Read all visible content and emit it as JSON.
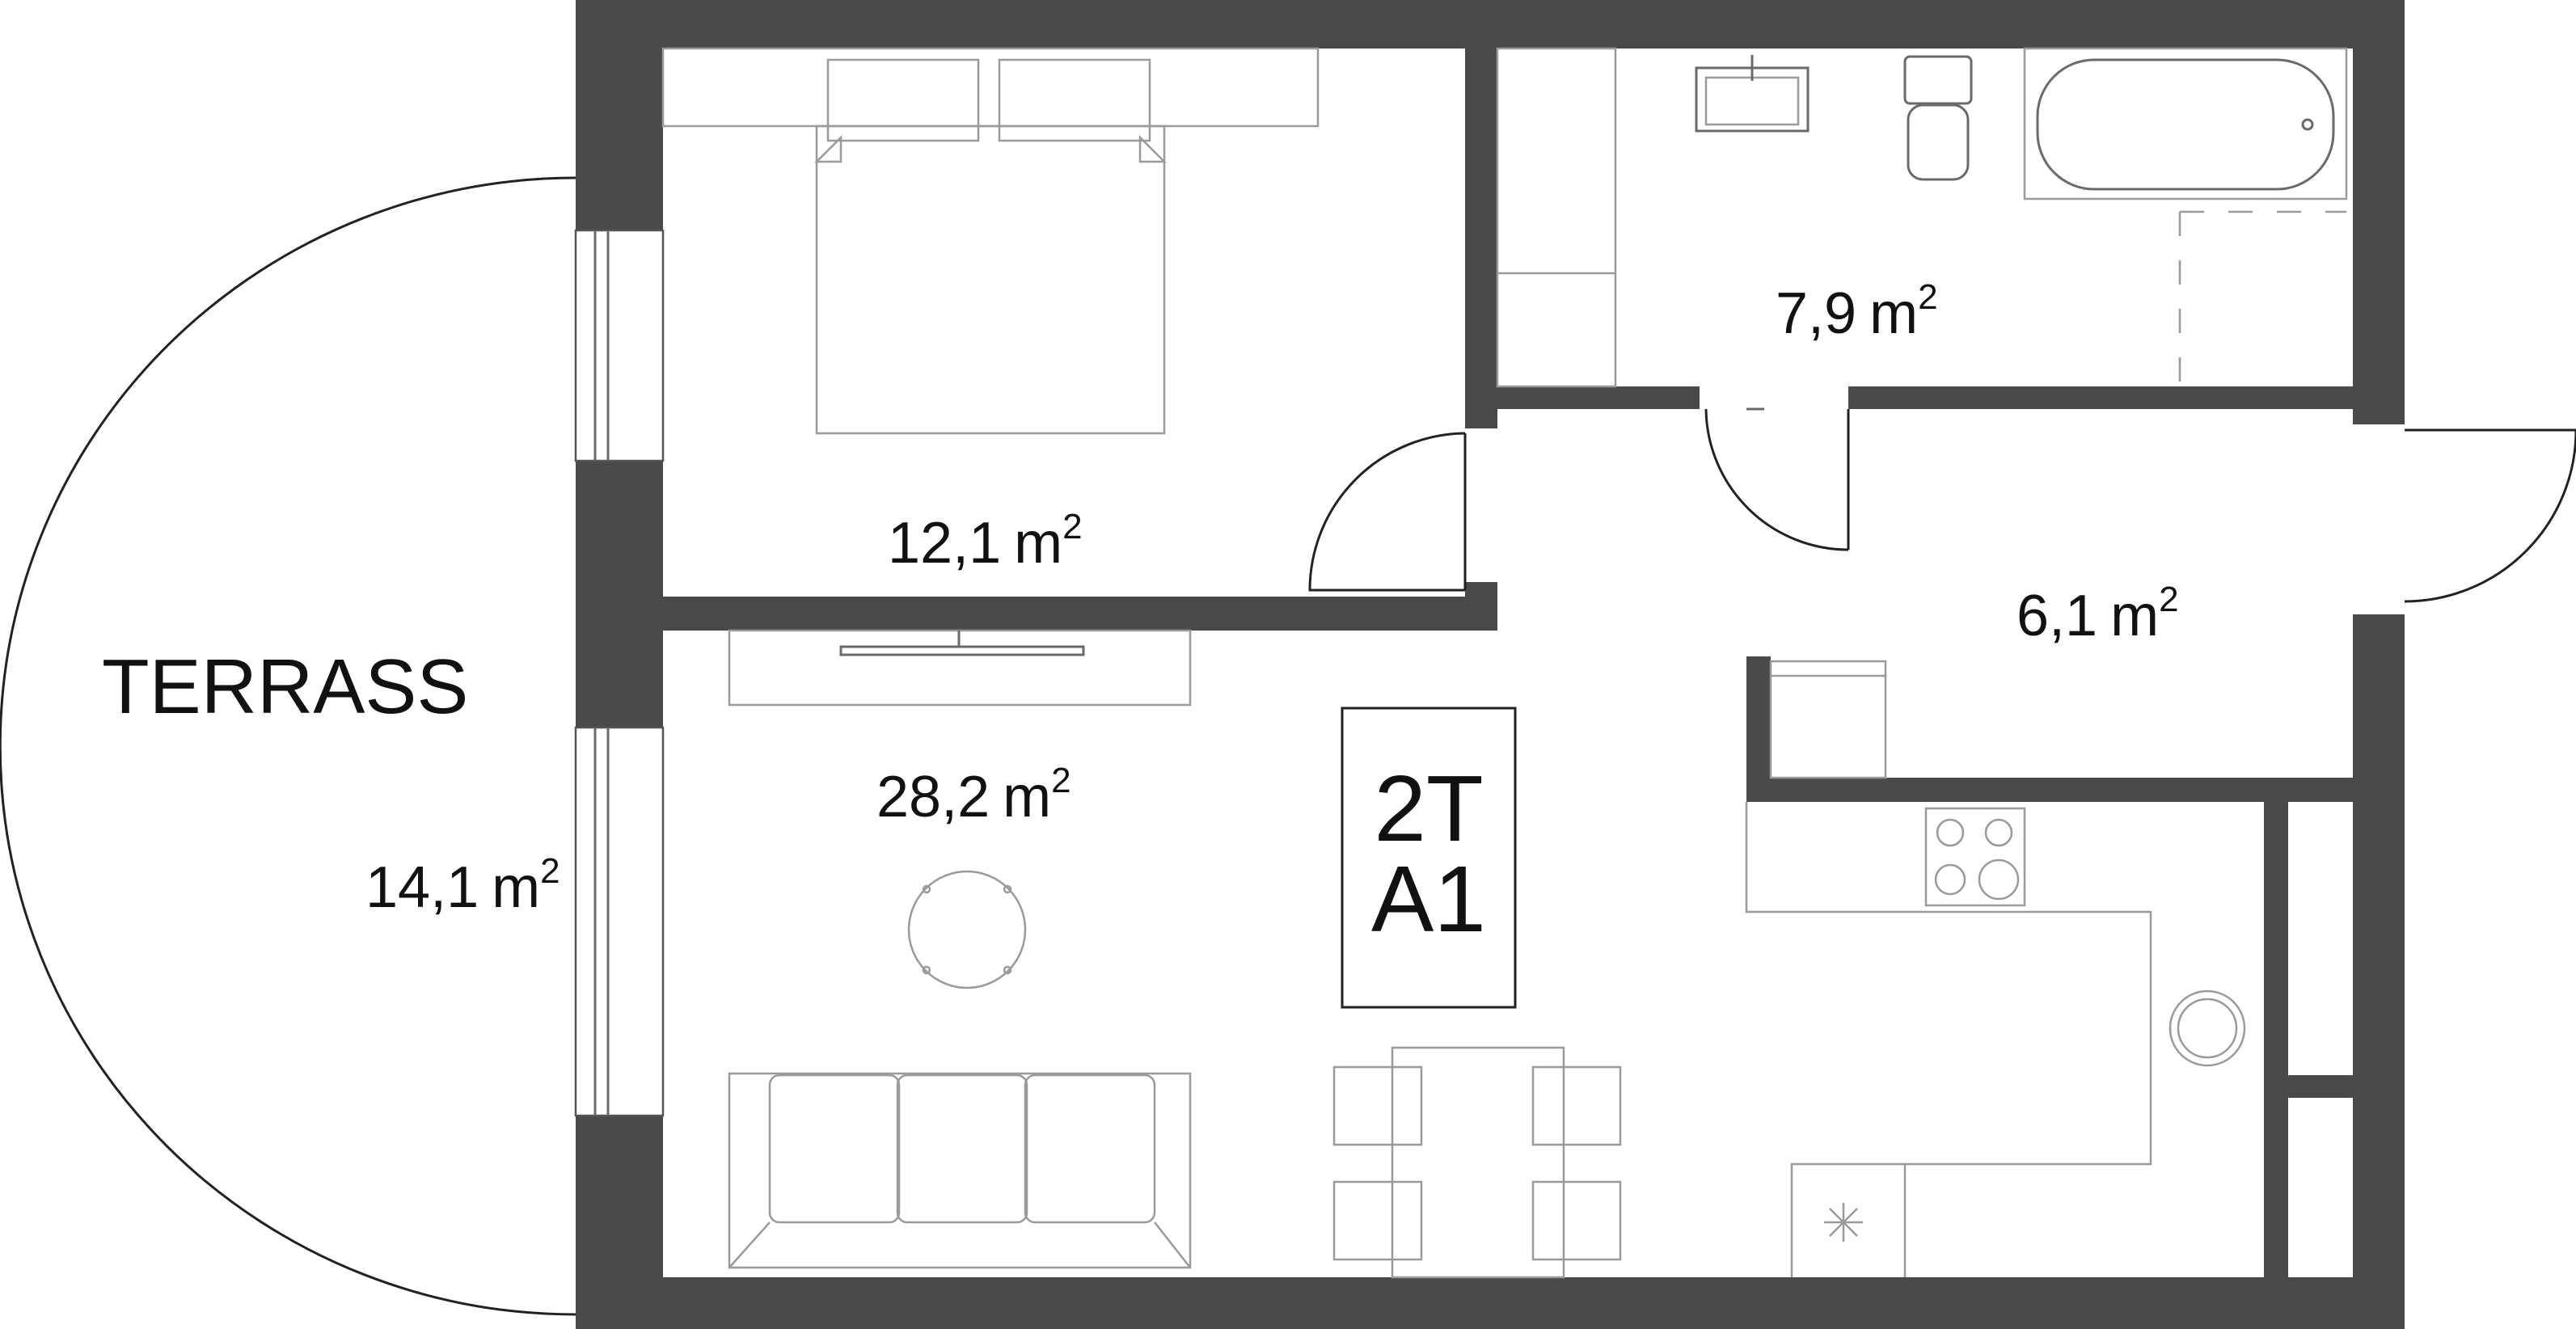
{
  "plan": {
    "unit_code_line1": "2T",
    "unit_code_line2": "A1",
    "terrace_label": "TERRASS",
    "unit_text": "m",
    "unit_exp": "2",
    "rooms": [
      {
        "id": "terrace",
        "area": "14,1"
      },
      {
        "id": "bedroom",
        "area": "12,1"
      },
      {
        "id": "bathroom",
        "area": "7,9"
      },
      {
        "id": "hallway",
        "area": "6,1"
      },
      {
        "id": "living-kitchen",
        "area": "28,2"
      }
    ],
    "colors": {
      "wall": "#4a4a4a",
      "furniture": "#9a9a9a",
      "text": "#111111"
    }
  }
}
